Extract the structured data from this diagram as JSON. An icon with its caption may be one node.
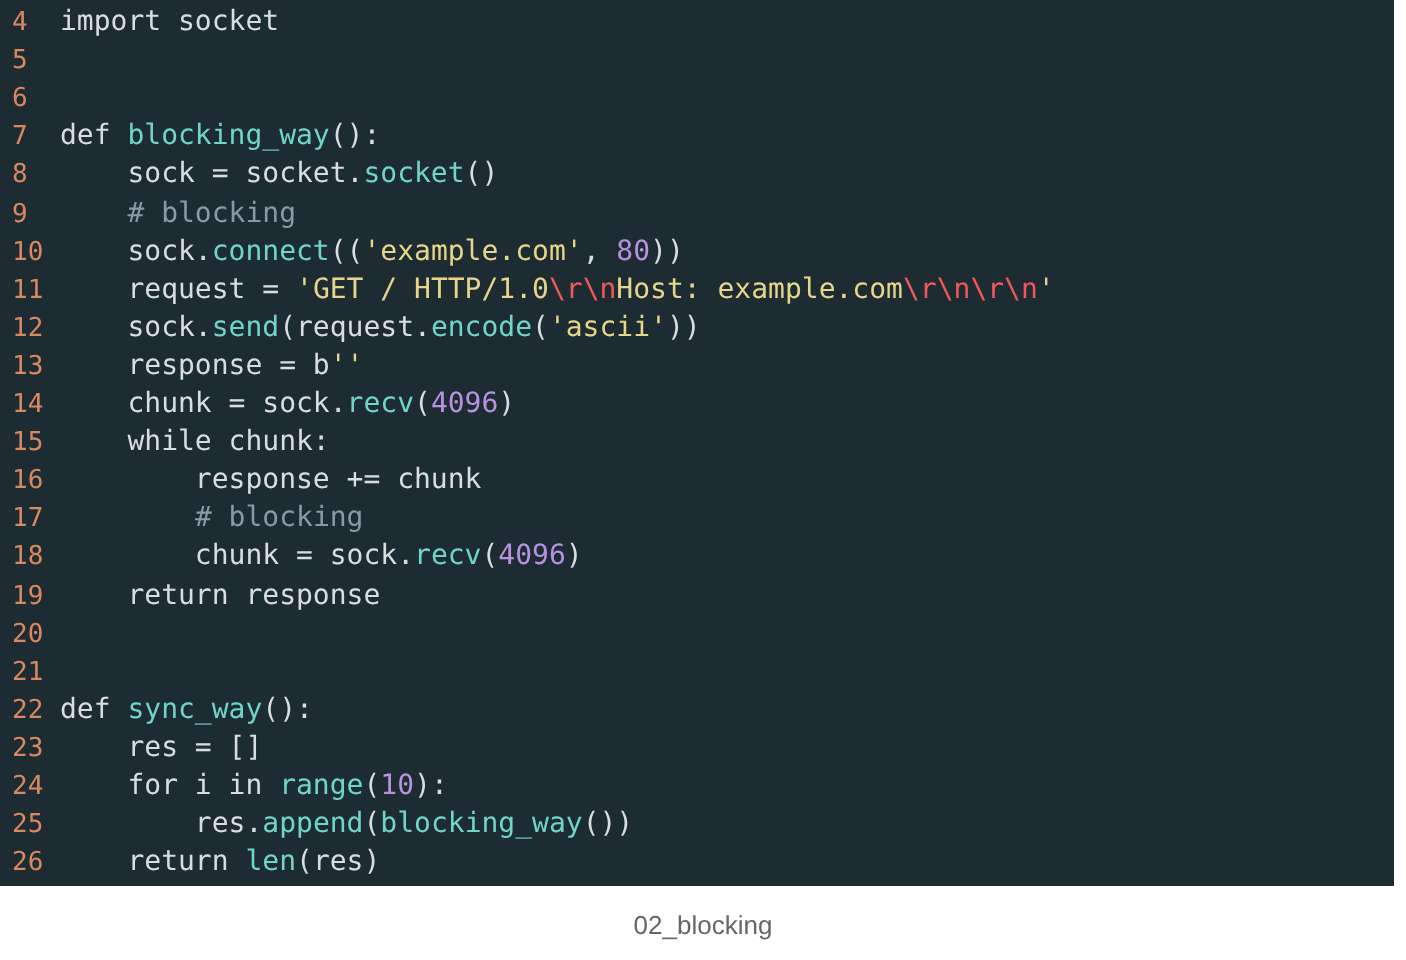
{
  "diagram": {
    "caption": "02_blocking",
    "labels": [
      "4",
      "import socket",
      "5",
      "6",
      "7",
      "def blocking_way():",
      "8",
      "    sock = socket.socket()",
      "9",
      "    # blocking",
      "10",
      "    sock.connect(('example.com', 80))",
      "11",
      "    request = 'GET / HTTP/1.0\\r\\nHost: example.com\\r\\n\\r\\n'",
      "12",
      "    sock.send(request.encode('ascii'))",
      "13",
      "    response = b''",
      "14",
      "    chunk = sock.recv(4096)",
      "15",
      "    while chunk:",
      "16",
      "        response += chunk",
      "17",
      "        # blocking",
      "18",
      "        chunk = sock.recv(4096)",
      "19",
      "    return response",
      "20",
      "21",
      "22",
      "def sync_way():",
      "23",
      "    res = []",
      "24",
      "    for i in range(10):",
      "25",
      "        res.append(blocking_way())",
      "26",
      "    return len(res)"
    ]
  }
}
